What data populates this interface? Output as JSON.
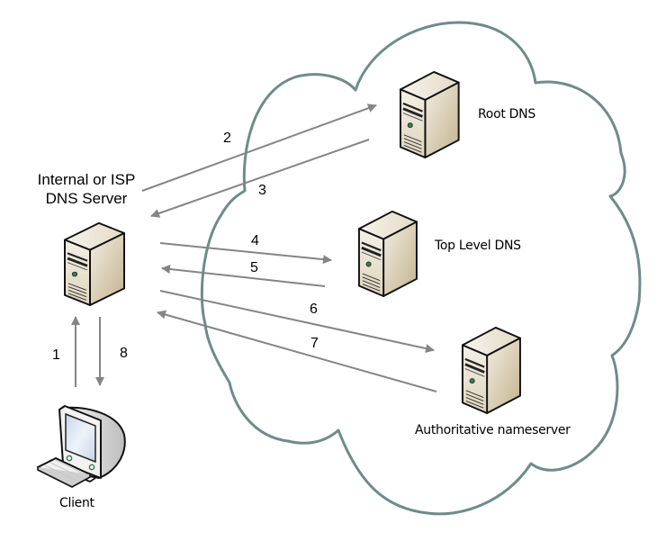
{
  "title": "DNS resolution process",
  "colors": {
    "cloud_stroke": "#6e8c8a",
    "arrow": "#858585",
    "server_face": "#e4dccb",
    "server_side": "#c9bc9c",
    "server_outline": "#111111",
    "led": "#3f7a55"
  },
  "nodes": {
    "isp_server": {
      "label_line1": "Internal or ISP",
      "label_line2": "DNS Server",
      "icon": "server-icon"
    },
    "root_dns": {
      "label": "Root DNS",
      "icon": "server-icon"
    },
    "tld_dns": {
      "label": "Top Level DNS",
      "icon": "server-icon"
    },
    "auth_ns": {
      "label": "Authoritative nameserver",
      "icon": "server-icon"
    },
    "client": {
      "label": "Client",
      "icon": "computer-icon"
    }
  },
  "steps": [
    {
      "n": "1",
      "from": "Client",
      "to": "Internal or ISP DNS Server"
    },
    {
      "n": "2",
      "from": "Internal or ISP DNS Server",
      "to": "Root DNS"
    },
    {
      "n": "3",
      "from": "Root DNS",
      "to": "Internal or ISP DNS Server"
    },
    {
      "n": "4",
      "from": "Internal or ISP DNS Server",
      "to": "Top Level DNS"
    },
    {
      "n": "5",
      "from": "Top Level DNS",
      "to": "Internal or ISP DNS Server"
    },
    {
      "n": "6",
      "from": "Internal or ISP DNS Server",
      "to": "Authoritative nameserver"
    },
    {
      "n": "7",
      "from": "Authoritative nameserver",
      "to": "Internal or ISP DNS Server"
    },
    {
      "n": "8",
      "from": "Internal or ISP DNS Server",
      "to": "Client"
    }
  ]
}
